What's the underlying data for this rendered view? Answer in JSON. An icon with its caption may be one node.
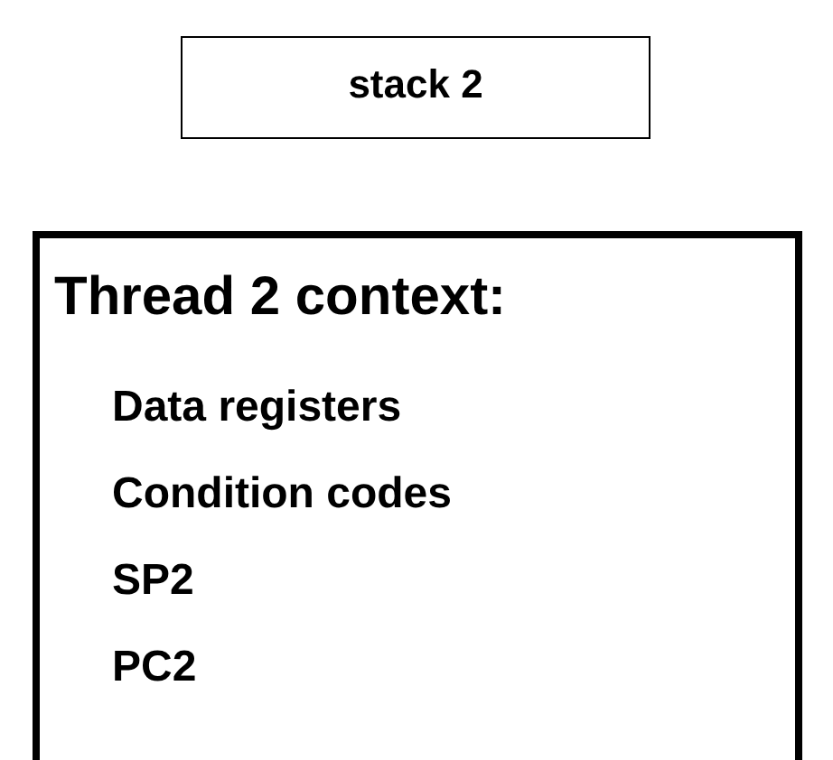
{
  "diagram": {
    "nodes": [
      {
        "text": [
          "stack 2"
        ]
      },
      {
        "text": [
          "Thread 2 context:",
          "Data registers",
          "Condition codes",
          "SP2",
          "PC2"
        ]
      }
    ]
  }
}
